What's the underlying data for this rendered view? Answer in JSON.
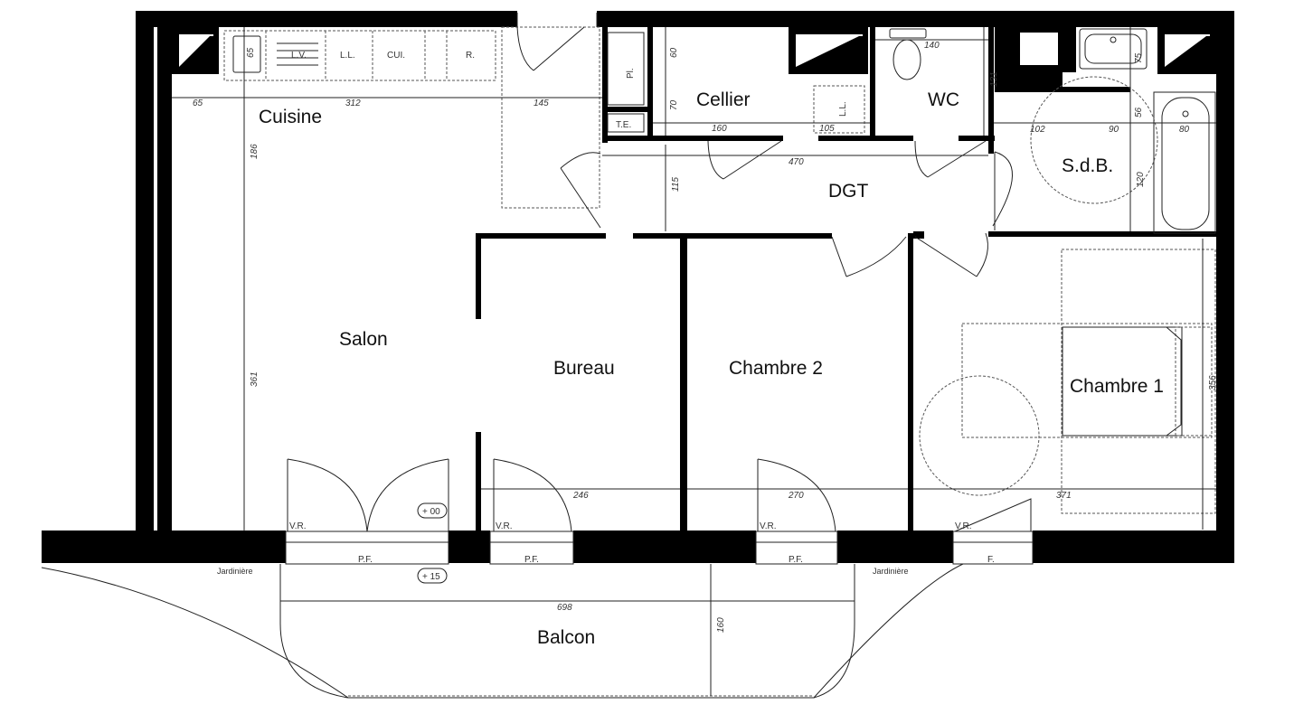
{
  "rooms": {
    "cuisine": "Cuisine",
    "cellier": "Cellier",
    "wc": "WC",
    "dgt": "DGT",
    "sdb": "S.d.B.",
    "salon": "Salon",
    "bureau": "Bureau",
    "chambre2": "Chambre 2",
    "chambre1": "Chambre 1",
    "balcon": "Balcon"
  },
  "fixtures": {
    "lv": "L.V.",
    "ll_kitchen": "L.L.",
    "cui": "CUI.",
    "r": "R.",
    "pl": "Pl.",
    "te": "T.E.",
    "ll_cellier": "L.L.",
    "vr1": "V.R.",
    "vr2": "V.R.",
    "vr3": "V.R.",
    "vr4": "V.R.",
    "pf1": "P.F.",
    "pf2": "P.F.",
    "pf3": "P.F.",
    "f": "F.",
    "jardiniere_left": "Jardinière",
    "jardiniere_right": "Jardinière"
  },
  "levels": {
    "interior": "+ 00",
    "balcony": "+ 15"
  },
  "dimensions": {
    "d65a": "65",
    "d65b": "65",
    "d312": "312",
    "d145": "145",
    "d186": "186",
    "d361": "361",
    "d60": "60",
    "d70": "70",
    "d160a": "160",
    "d105": "105",
    "d115": "115",
    "d470": "470",
    "d140": "140",
    "d131": "131",
    "d102": "102",
    "d90": "90",
    "d80": "80",
    "d75": "75",
    "d56": "56",
    "d120": "120",
    "d246": "246",
    "d270": "270",
    "d371": "371",
    "d356": "356",
    "d698": "698",
    "d160b": "160"
  }
}
